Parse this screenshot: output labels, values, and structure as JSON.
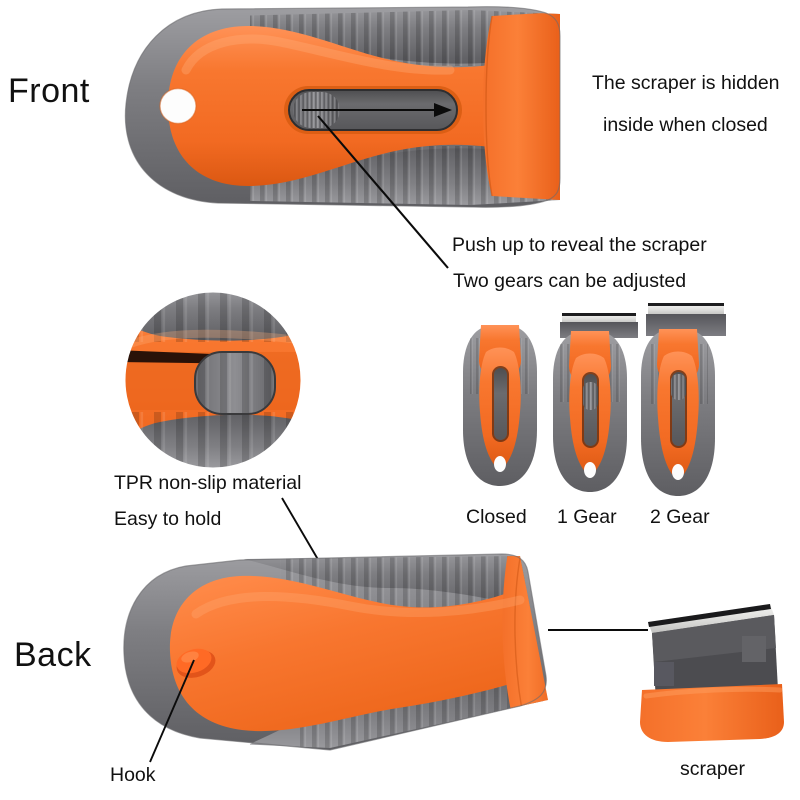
{
  "page": {
    "background": "#ffffff",
    "product": "plastic razor blade scraper",
    "colors": {
      "orange": "#F4752F",
      "orange_dark": "#D9540F",
      "orange_light": "#FF8F4E",
      "gray": "#7C7C80",
      "gray_dark": "#5E5E62",
      "gray_light": "#9A9A9E",
      "blade_steel": "#E8E8E6",
      "blade_dark": "#3A3A3C",
      "line": "#0b0b0b",
      "text": "#111111"
    }
  },
  "labels": {
    "front": "Front",
    "back": "Back"
  },
  "callouts": {
    "hidden_line1": "The scraper is hidden",
    "hidden_line2": "inside when closed",
    "push_up": "Push up to reveal the scraper",
    "two_gears": "Two gears can be adjusted",
    "tpr_line1": "TPR non-slip material",
    "tpr_line2": "Easy to hold",
    "hook": "Hook",
    "scraper": "scraper"
  },
  "gears": {
    "items": [
      {
        "label": "Closed",
        "blade_extension": 0,
        "slider_position": "bottom"
      },
      {
        "label": "1 Gear",
        "blade_extension": 1,
        "slider_position": "middle"
      },
      {
        "label": "2 Gear",
        "blade_extension": 2,
        "slider_position": "top"
      }
    ]
  },
  "icons": {
    "arrow": "arrow-right-icon",
    "magnifier": "magnified-detail-circle-icon"
  }
}
